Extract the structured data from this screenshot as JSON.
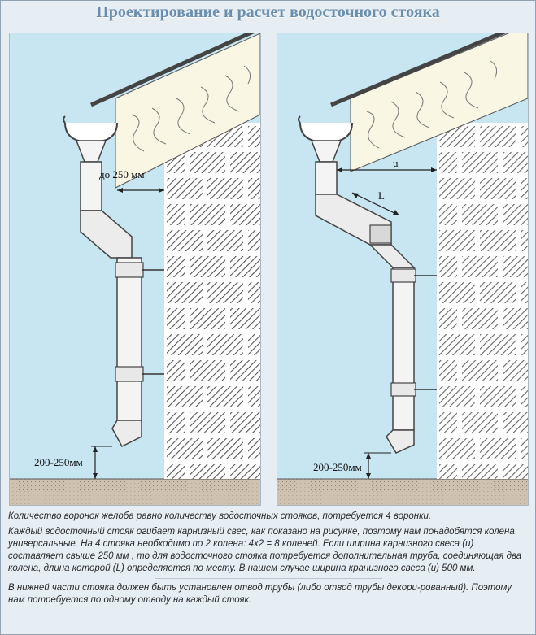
{
  "title": "Проектирование и расчет водосточного стояка",
  "left_panel": {
    "overhang_label": "до 250 мм",
    "bottom_label": "200-250мм"
  },
  "right_panel": {
    "overhang_label": "u",
    "pipe_label": "L",
    "bottom_label": "200-250мм"
  },
  "paragraphs": [
    "Количество воронок желоба равно количеству водосточных стояков, потребуется 4 воронки.",
    "Каждый водосточный стояк огибает карнизный свес, как показано на рисунке, поэтому нам понадобятся колена универсальные. На 4 стояка необходимо по 2 колена: 4х2 = 8 коленей. Если ширина карнизного свеса (u) составляет свыше 250 мм , то для водосточного стояка потребуется дополнительная труба, соединяющая два колена, длина которой (L) определяется по месту. В нашем случае ширина кранизного свеса (u) 500 мм.",
    "В нижней части стояка должен быть установлен отвод трубы (либо отвод трубы декори-рованный). Поэтому нам потребуется по одному отводу на каждый стояк."
  ],
  "colors": {
    "sky": "#c7e6f1",
    "brick": "#ffffff",
    "brick_hatch": "#555555",
    "ground": "#cfc2b0",
    "title": "#6a8fae"
  }
}
